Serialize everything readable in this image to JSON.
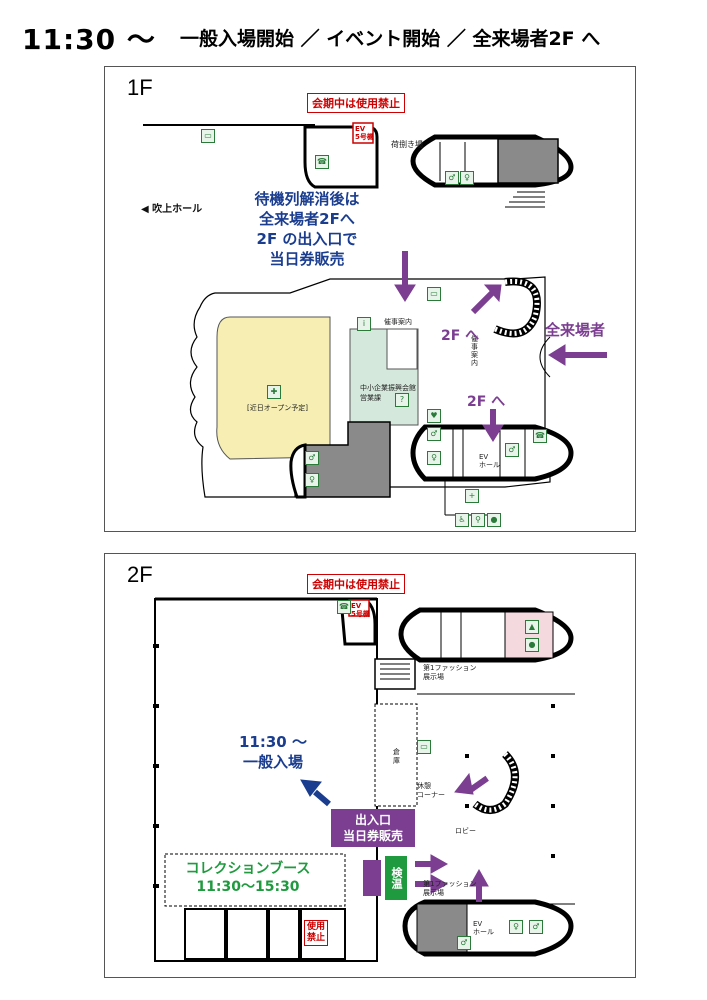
{
  "header": {
    "time": "11:30 ～",
    "subtitle": "一般入場開始 ／ イベント開始 ／ 全来場者2F へ"
  },
  "floor1": {
    "label": "1F",
    "warning": "会期中は使用禁止",
    "ev_tag": "EV\n5号機",
    "hall_label": "◀ 吹上ホール",
    "notice": [
      "待機列解消後は",
      "全来場者2Fへ",
      "2F の出入口で",
      "当日券販売"
    ],
    "loading_area": "荷捌き場",
    "restaurant": "[近日オープン予定]",
    "info_desk": "催事案内",
    "info_desk_v": "催\n事\n案\n内",
    "sme_office": "中小企業振興会館\n営業課",
    "to_2f_a": "2F へ",
    "to_2f_b": "2F へ",
    "all_visitors": "全来場者",
    "ev_hall": "EV\nホール"
  },
  "floor2": {
    "label": "2F",
    "warning": "会期中は使用禁止",
    "ev_tag": "EV\n5号機",
    "entry_note": [
      "11:30 ～",
      "一般入場"
    ],
    "fashion_hall_1": "第1ファッション\n展示場",
    "fashion_hall_2": "第1ファッション\n展示場",
    "storage": "倉\n庫",
    "rest_corner": "休憩\nコーナー",
    "lobby": "ロビー",
    "exit_box": [
      "出入口",
      "当日券販売"
    ],
    "temp_check": "検温",
    "booth": [
      "コレクションブース",
      "11:30〜15:30"
    ],
    "no_use": [
      "使用",
      "禁止"
    ],
    "ev_hall": "EV\nホール"
  },
  "colors": {
    "purple": "#7b3e91",
    "navy": "#1a3d8f",
    "green": "#1f9a3f",
    "red": "#cc0000",
    "restaurant_fill": "#f6eeb2",
    "office_fill": "#d5e8dc",
    "pink_fill": "#f4d9df",
    "dark_fill": "#8a8a8a"
  }
}
